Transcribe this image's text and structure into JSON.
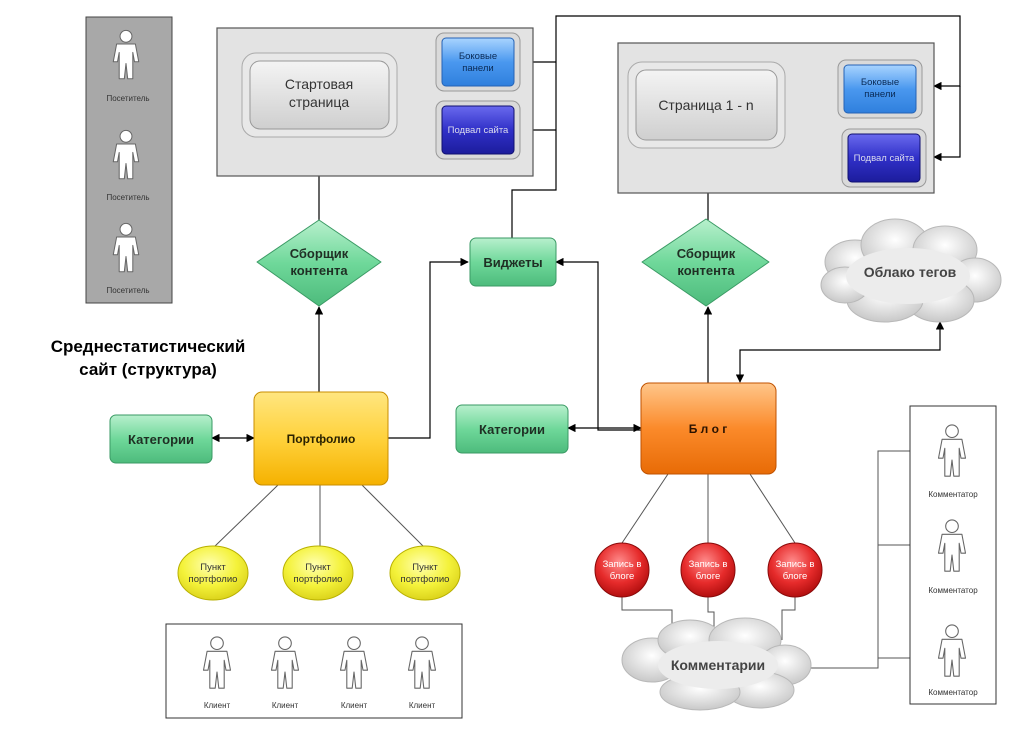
{
  "title": {
    "line1": "Среднестатистический",
    "line2": "сайт (структура)"
  },
  "visitors": {
    "label": "Посетитель"
  },
  "clients": {
    "label": "Клиент"
  },
  "commentators": {
    "label": "Комментатор"
  },
  "page_left": {
    "main_line1": "Стартовая",
    "main_line2": "страница",
    "sidebar_line1": "Боковые",
    "sidebar_line2": "панели",
    "footer": "Подвал сайта"
  },
  "page_right": {
    "main": "Страница 1 - n",
    "sidebar_line1": "Боковые",
    "sidebar_line2": "панели",
    "footer": "Подвал сайта"
  },
  "aggregator_left": {
    "line1": "Сборщик",
    "line2": "контента"
  },
  "aggregator_right": {
    "line1": "Сборщик",
    "line2": "контента"
  },
  "widgets": "Виджеты",
  "tag_cloud": "Облако тегов",
  "categories_left": "Категории",
  "categories_right": "Категории",
  "portfolio": "Портфолио",
  "blog": "Б л о г",
  "portfolio_items": {
    "line1": "Пункт",
    "line2": "портфолио"
  },
  "blog_posts": {
    "line1": "Запись в",
    "line2": "блоге"
  },
  "comments": "Комментарии",
  "colors": {
    "green": "#5ecf8f",
    "yellow": "#ffcf3a",
    "orange": "#fb8a2a",
    "blue": "#4a90e8",
    "navy": "#2a2ab8",
    "red": "#e02828",
    "item_yellow": "#f4f23a"
  }
}
